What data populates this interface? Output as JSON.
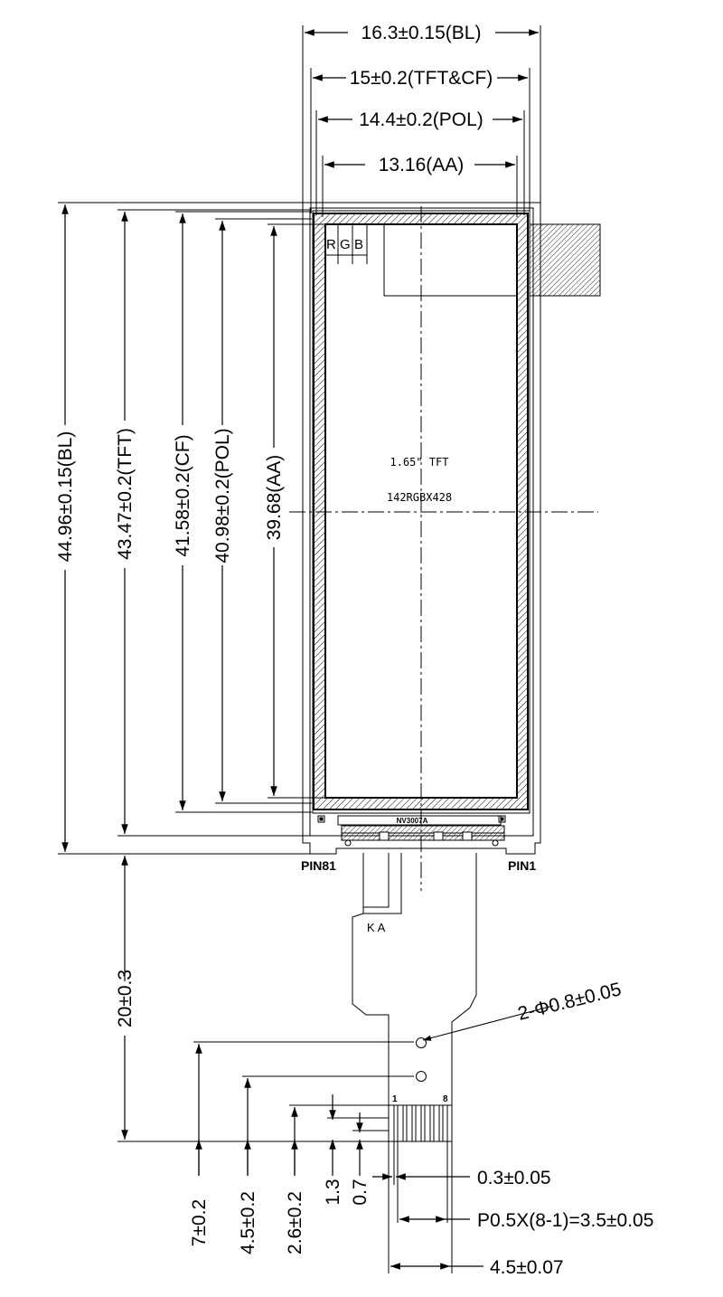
{
  "widths": {
    "bl": "16.3±0.15(BL)",
    "tft_cf": "15±0.2(TFT&CF)",
    "pol": "14.4±0.2(POL)",
    "aa": "13.16(AA)"
  },
  "heights": {
    "bl": "44.96±0.15(BL)",
    "tft": "43.47±0.2(TFT)",
    "cf": "41.58±0.2(CF)",
    "pol": "40.98±0.2(POL)",
    "aa": "39.68(AA)"
  },
  "panel": {
    "subpixels": [
      "R",
      "G",
      "B"
    ],
    "size_label": "1.65\" TFT",
    "resolution_label": "142RGBX428",
    "ic_label": "NV3007A",
    "pin_left": "PIN81",
    "pin_right": "PIN1",
    "fpc_ka": "K A"
  },
  "fpc": {
    "length": "20±0.3",
    "holes": "2-Φ0.8±0.05",
    "pin_first": "1",
    "pin_last": "8",
    "dim_7": "7±0.2",
    "dim_45": "4.5±0.2",
    "dim_26": "2.6±0.2",
    "dim_13": "1.3",
    "dim_07": "0.7",
    "pin_width": "0.3±0.05",
    "pitch": "P0.5X(8-1)=3.5±0.05",
    "connector_width": "4.5±0.07"
  }
}
